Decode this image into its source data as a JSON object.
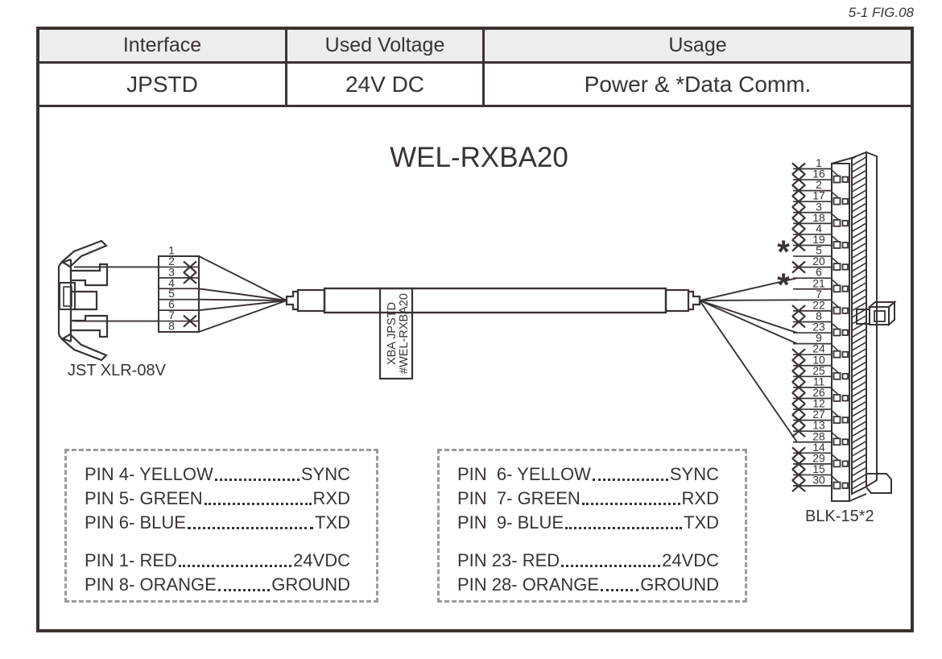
{
  "fig_ref": "5-1 FIG.08",
  "table": {
    "headers": [
      "Interface",
      "Used Voltage",
      "Usage"
    ],
    "values": [
      "JPSTD",
      "24V DC",
      "Power & *Data Comm."
    ]
  },
  "diagram": {
    "title": "WEL-RXBA20",
    "cable_label": {
      "line1": "XBA JPSTD",
      "line2": "#WEL-RXBA20"
    },
    "left_connector": {
      "label": "JST XLR-08V",
      "pins": [
        {
          "n": "1",
          "state": "connected"
        },
        {
          "n": "2",
          "state": "nc"
        },
        {
          "n": "3",
          "state": "nc"
        },
        {
          "n": "4",
          "state": "connected"
        },
        {
          "n": "5",
          "state": "connected"
        },
        {
          "n": "6",
          "state": "connected"
        },
        {
          "n": "7",
          "state": "nc"
        },
        {
          "n": "8",
          "state": "connected"
        }
      ]
    },
    "right_connector": {
      "label": "BLK-15*2",
      "star_mark": "*",
      "pins": [
        {
          "n": "1",
          "state": "nc"
        },
        {
          "n": "16",
          "state": "nc"
        },
        {
          "n": "2",
          "state": "nc"
        },
        {
          "n": "17",
          "state": "nc"
        },
        {
          "n": "3",
          "state": "nc"
        },
        {
          "n": "18",
          "state": "nc"
        },
        {
          "n": "4",
          "state": "nc"
        },
        {
          "n": "19",
          "state": "nc"
        },
        {
          "n": "5",
          "state": "star"
        },
        {
          "n": "20",
          "state": "nc"
        },
        {
          "n": "6",
          "state": "connected"
        },
        {
          "n": "21",
          "state": "star"
        },
        {
          "n": "7",
          "state": "connected"
        },
        {
          "n": "22",
          "state": "nc"
        },
        {
          "n": "8",
          "state": "nc"
        },
        {
          "n": "23",
          "state": "connected"
        },
        {
          "n": "9",
          "state": "connected"
        },
        {
          "n": "24",
          "state": "nc"
        },
        {
          "n": "10",
          "state": "nc"
        },
        {
          "n": "25",
          "state": "nc"
        },
        {
          "n": "11",
          "state": "nc"
        },
        {
          "n": "26",
          "state": "nc"
        },
        {
          "n": "12",
          "state": "nc"
        },
        {
          "n": "27",
          "state": "nc"
        },
        {
          "n": "13",
          "state": "nc"
        },
        {
          "n": "28",
          "state": "connected"
        },
        {
          "n": "14",
          "state": "nc"
        },
        {
          "n": "29",
          "state": "nc"
        },
        {
          "n": "15",
          "state": "nc"
        },
        {
          "n": "30",
          "state": "nc"
        }
      ]
    }
  },
  "legend_left": {
    "groups": [
      [
        {
          "left": "PIN 4- YELLOW",
          "right": "SYNC"
        },
        {
          "left": "PIN 5- GREEN",
          "right": "RXD"
        },
        {
          "left": "PIN 6- BLUE",
          "right": "TXD"
        }
      ],
      [
        {
          "left": "PIN 1- RED",
          "right": "24VDC"
        },
        {
          "left": "PIN 8- ORANGE",
          "right": "GROUND"
        }
      ]
    ]
  },
  "legend_right": {
    "groups": [
      [
        {
          "left": "PIN  6- YELLOW",
          "right": "SYNC"
        },
        {
          "left": "PIN  7- GREEN",
          "right": "RXD"
        },
        {
          "left": "PIN  9- BLUE",
          "right": "TXD"
        }
      ],
      [
        {
          "left": "PIN 23- RED",
          "right": "24VDC"
        },
        {
          "left": "PIN 28- ORANGE",
          "right": "GROUND"
        }
      ]
    ]
  },
  "colors": {
    "ink": "#3a3331",
    "header_bg": "#ededed",
    "dash_border": "#9b9b9b"
  }
}
